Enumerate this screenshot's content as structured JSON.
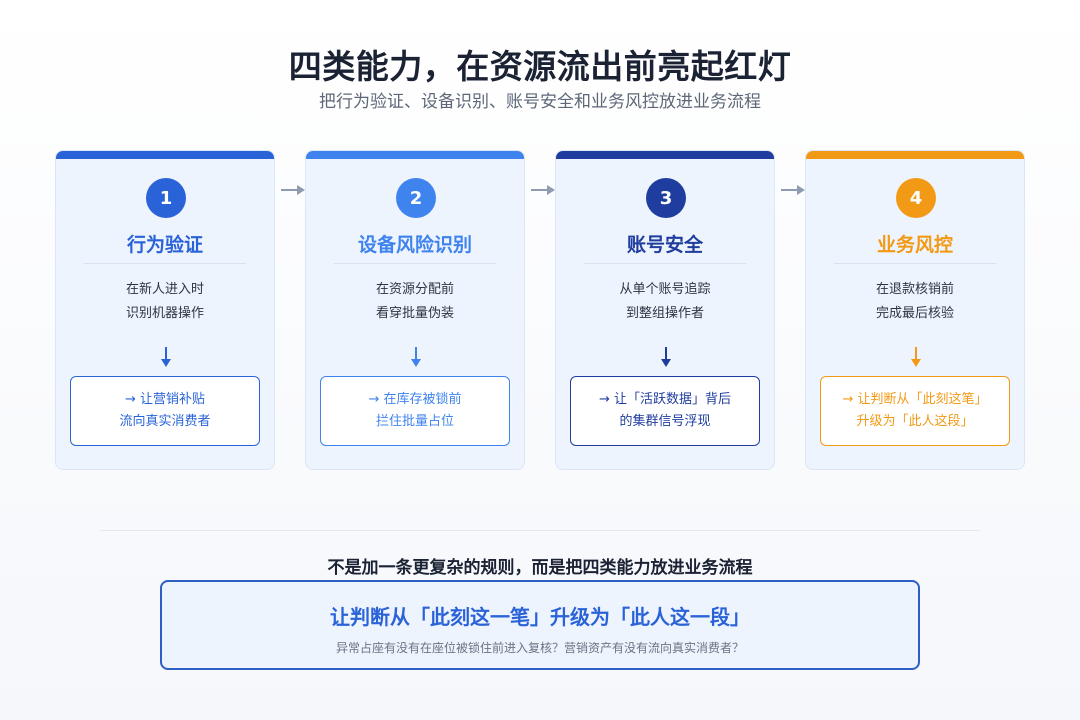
{
  "header": {
    "title": "四类能力，在资源流出前亮起红灯",
    "subtitle": "把行为验证、设备识别、账号安全和业务风控放进业务流程"
  },
  "cards": [
    {
      "number": "1",
      "name": "行为验证",
      "desc_line1": "在新人进入时",
      "desc_line2": "识别机器操作",
      "outcome_line1": "→ 让营销补贴",
      "outcome_line2": "流向真实消费者",
      "bar_color": "#2a63d8",
      "accent_color": "#2a63d8",
      "outcome_border": "#2a63d8",
      "arrow_color": "#2a63d8"
    },
    {
      "number": "2",
      "name": "设备风险识别",
      "desc_line1": "在资源分配前",
      "desc_line2": "看穿批量伪装",
      "outcome_line1": "→ 在库存被锁前",
      "outcome_line2": "拦住批量占位",
      "bar_color": "#3f83ee",
      "accent_color": "#3f83ee",
      "outcome_border": "#3f83ee",
      "arrow_color": "#3f83ee"
    },
    {
      "number": "3",
      "name": "账号安全",
      "desc_line1": "从单个账号追踪",
      "desc_line2": "到整组操作者",
      "outcome_line1": "→ 让「活跃数据」背后",
      "outcome_line2": "的集群信号浮现",
      "bar_color": "#1f3d9e",
      "accent_color": "#1f3d9e",
      "outcome_border": "#1f3d9e",
      "arrow_color": "#1f3d9e"
    },
    {
      "number": "4",
      "name": "业务风控",
      "desc_line1": "在退款核销前",
      "desc_line2": "完成最后核验",
      "outcome_line1": "→ 让判断从「此刻这笔」",
      "outcome_line2": "升级为「此人这段」",
      "bar_color": "#f29a15",
      "accent_color": "#f29a15",
      "outcome_border": "#f29a15",
      "arrow_color": "#f29a15"
    }
  ],
  "summary": {
    "heading": "不是加一条更复杂的规则，而是把四类能力放进业务流程",
    "main": "让判断从「此刻这一笔」升级为「此人这一段」",
    "sub": "异常占座有没有在座位被锁住前进入复核？营销资产有没有流向真实消费者？"
  },
  "colors": {
    "title": "#1a2233",
    "summary_border": "#2d5fc4",
    "summary_accent": "#2a63d8",
    "connector": "#8e9bb0"
  },
  "icons": [
    "arrow-right-icon",
    "arrow-down-icon"
  ]
}
